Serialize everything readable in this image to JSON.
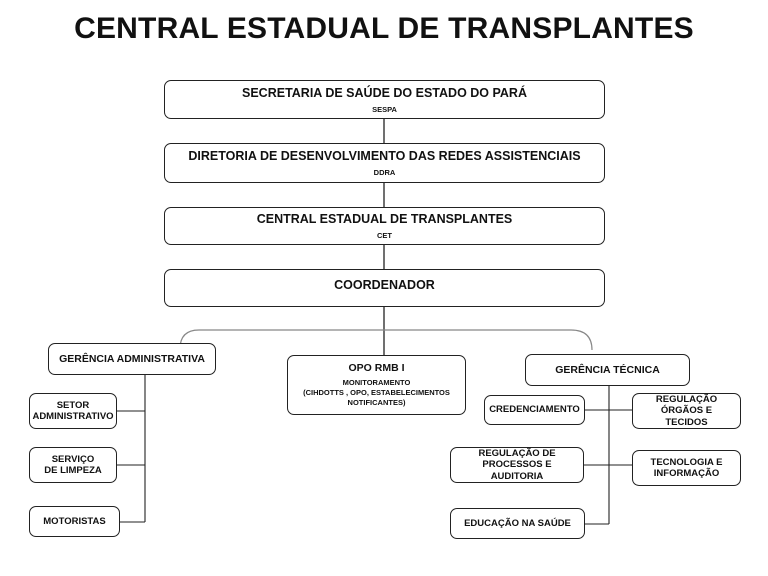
{
  "title": "CENTRAL ESTADUAL DE TRANSPLANTES",
  "levels": {
    "sespa": {
      "name": "SECRETARIA DE SAÚDE DO ESTADO DO PARÁ",
      "abbr": "SESPA"
    },
    "ddra": {
      "name": "DIRETORIA DE DESENVOLVIMENTO DAS REDES ASSISTENCIAIS",
      "abbr": "DDRA"
    },
    "cet": {
      "name": "CENTRAL ESTADUAL DE TRANSPLANTES",
      "abbr": "CET"
    },
    "coordenador": {
      "name": "COORDENADOR"
    }
  },
  "branches": {
    "administrativa": {
      "name": "GERÊNCIA ADMINISTRATIVA",
      "children": [
        "SETOR ADMINISTRATIVO",
        "SERVIÇO DE LIMPEZA",
        "MOTORISTAS"
      ]
    },
    "opo": {
      "name": "OPO RMB I",
      "desc_1": "MONITORAMENTO",
      "desc_2": "(CIHDOTTS , OPO, ESTABELECIMENTOS",
      "desc_3": "NOTIFICANTES)"
    },
    "tecnica": {
      "name": "GERÊNCIA TÉCNICA",
      "children": [
        "CREDENCIAMENTO",
        "REGULAÇÃO ÓRGÃOS E TECIDOS",
        "REGULAÇÃO DE PROCESSOS E AUDITORIA",
        "TECNOLOGIA E INFORMAÇÃO",
        "EDUCAÇÃO NA SAÚDE"
      ]
    }
  }
}
